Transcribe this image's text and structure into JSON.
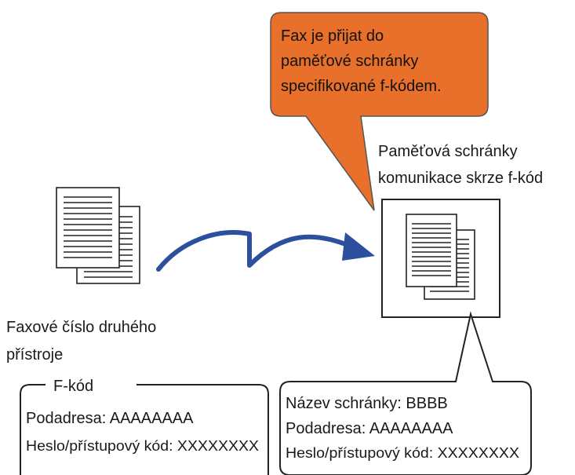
{
  "callout": {
    "lines": [
      "Fax je přijat do",
      "paměťové schránky",
      "specifikované f-kódem."
    ],
    "fill": "#e8702a",
    "stroke": "#555555"
  },
  "mailbox": {
    "title_lines": [
      "Paměťová schránky",
      "komunikace skrze f-kód"
    ]
  },
  "sender": {
    "label_lines": [
      "Faxové číslo druhého",
      "přístroje"
    ]
  },
  "fcode_box": {
    "legend": "F-kód",
    "subaddress": "Podadresa: AAAAAAAA",
    "password": "Heslo/přístupový kód: XXXXXXXX"
  },
  "mailbox_info": {
    "name": "Název schránky: BBBB",
    "subaddress": "Podadresa: AAAAAAAA",
    "password": "Heslo/přístupový kód: XXXXXXXX"
  },
  "colors": {
    "arrow": "#2c4f9e",
    "stroke": "#222222",
    "text": "#1a1a1a"
  },
  "icons": {
    "sender_document": "document-stack-icon",
    "mailbox_document": "document-stack-icon",
    "transfer_arrow": "zigzag-arrow-icon"
  }
}
